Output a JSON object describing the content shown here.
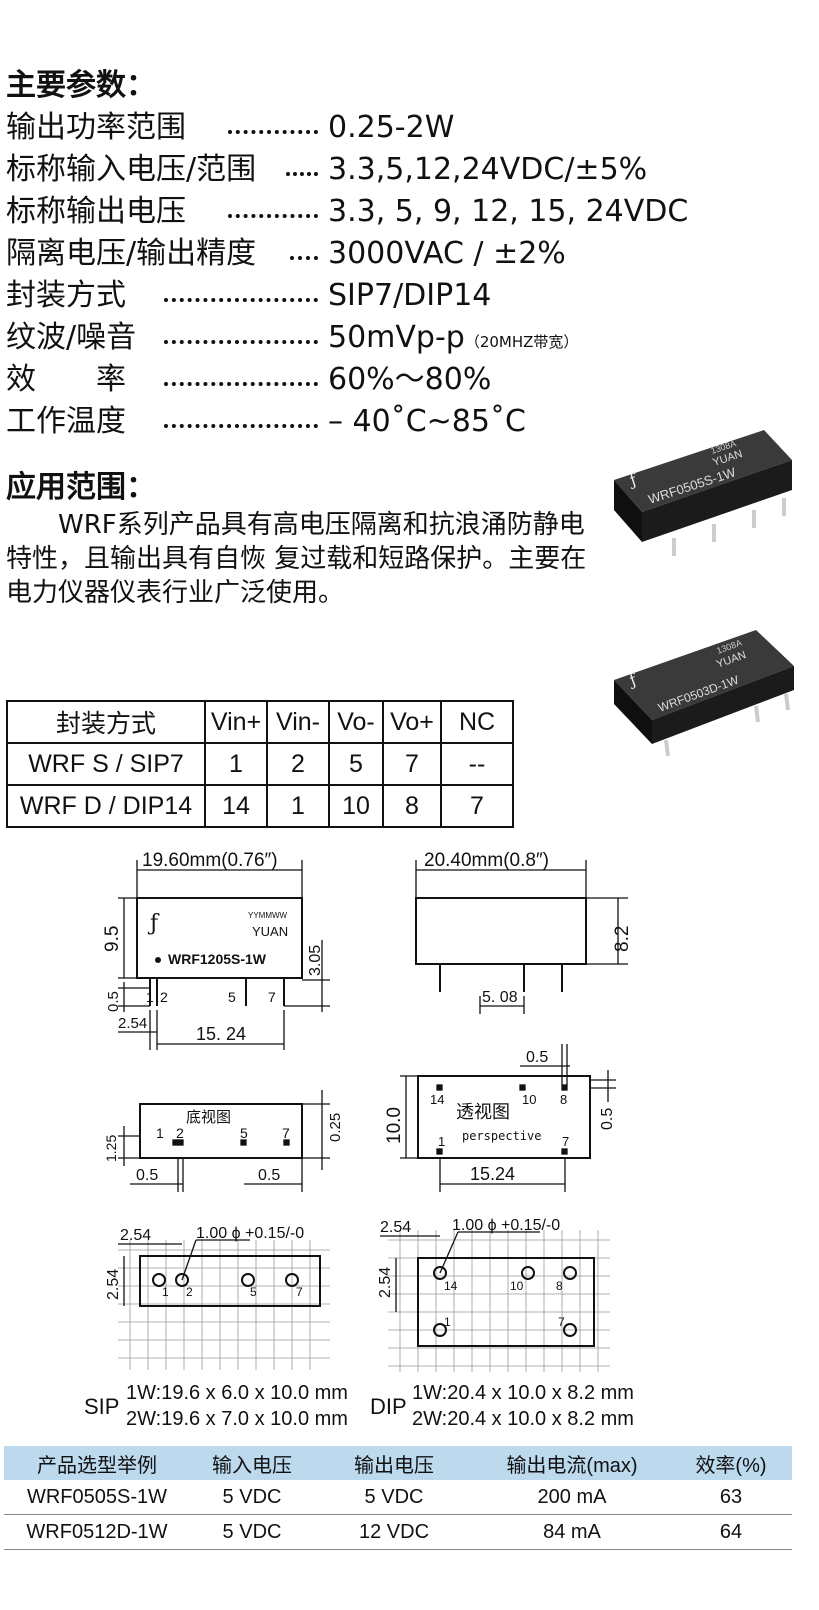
{
  "params_title": "主要参数：",
  "params": [
    {
      "label": "输出功率范围",
      "value": "0.25-2W",
      "note": ""
    },
    {
      "label": "标称输入电压/范围",
      "value": "3.3,5,12,24VDC/±5%",
      "note": ""
    },
    {
      "label": "标称输出电压",
      "value": "3.3, 5, 9, 12, 15, 24VDC",
      "note": ""
    },
    {
      "label": "隔离电压/输出精度",
      "value": "3000VAC / ±2%",
      "note": ""
    },
    {
      "label": "封装方式",
      "value": "SIP7/DIP14",
      "note": ""
    },
    {
      "label": "纹波/噪音",
      "value": "50mVp-p",
      "note": "（20MHZ带宽）"
    },
    {
      "label": "效　　率",
      "value": "60%～80%",
      "note": ""
    },
    {
      "label": "工作温度",
      "value": "– 40˚C~85˚C",
      "note": ""
    }
  ],
  "app_title": "应用范围：",
  "app_text": "　　WRF系列产品具有高电压隔离和抗浪涌防静电特性，且输出具有自恢 复过载和短路保护。主要在电力仪器仪表行业广泛使用。",
  "chips": [
    {
      "code": "1308A",
      "brand": "YUAN",
      "model": "WRF0505S-1W"
    },
    {
      "code": "1308A",
      "brand": "YUAN",
      "model": "WRF0503D-1W"
    }
  ],
  "pin_table": {
    "headers": [
      "封装方式",
      "Vin+",
      "Vin-",
      "Vo-",
      "Vo+",
      "NC"
    ],
    "rows": [
      [
        "WRF S / SIP7",
        "1",
        "2",
        "5",
        "7",
        "--"
      ],
      [
        "WRF D / DIP14",
        "14",
        "1",
        "10",
        "8",
        "7"
      ]
    ]
  },
  "drawing": {
    "sip_width": "19.60mm(0.76″)",
    "dip_width": "20.40mm(0.8″)",
    "sip_height": "9.5",
    "pin_len": "3.05",
    "dip_height": "8.2",
    "pin_offset": "0.5",
    "pitch": "2.54",
    "span": "15. 24",
    "span2": "15.24",
    "dip_pin_gap": "5. 08",
    "body_code": "YYMMWW",
    "body_brand": "YUAN",
    "body_model": "WRF1205S-1W",
    "sip_pins": [
      "1",
      "2",
      "5",
      "7"
    ],
    "bottom_view": "底视图",
    "perspective_cn": "透视图",
    "perspective_en": "perspective",
    "dip_pins": [
      "14",
      "10",
      "8",
      "1",
      "7"
    ],
    "bv_side": "0.25",
    "bv_left": "1.25",
    "bv_w1": "0.5",
    "bv_w2": "0.5",
    "dip_side_h": "10.0",
    "dip_side_r": "0.5",
    "dip_top": "0.5",
    "hole_label": "1.00 ϕ +0.15/-0",
    "grid": "2.54"
  },
  "sizes": {
    "sip_label": "SIP",
    "sip_lines": [
      "1W:19.6 x 6.0 x 10.0 mm",
      "2W:19.6 x 7.0 x 10.0 mm"
    ],
    "dip_label": "DIP",
    "dip_lines": [
      "1W:20.4 x 10.0 x 8.2 mm",
      "2W:20.4 x 10.0 x 8.2 mm"
    ]
  },
  "selection": {
    "headers": [
      "产品选型举例",
      "输入电压",
      "输出电压",
      "输出电流(max)",
      "效率(%)"
    ],
    "rows": [
      [
        "WRF0505S-1W",
        "5 VDC",
        "5 VDC",
        "200 mA",
        "63"
      ],
      [
        "WRF0512D-1W",
        "5 VDC",
        "12 VDC",
        "84 mA",
        "64"
      ]
    ]
  },
  "colors": {
    "header_bg": "#bcd9ee",
    "chip_body": "#1b1b1b"
  }
}
